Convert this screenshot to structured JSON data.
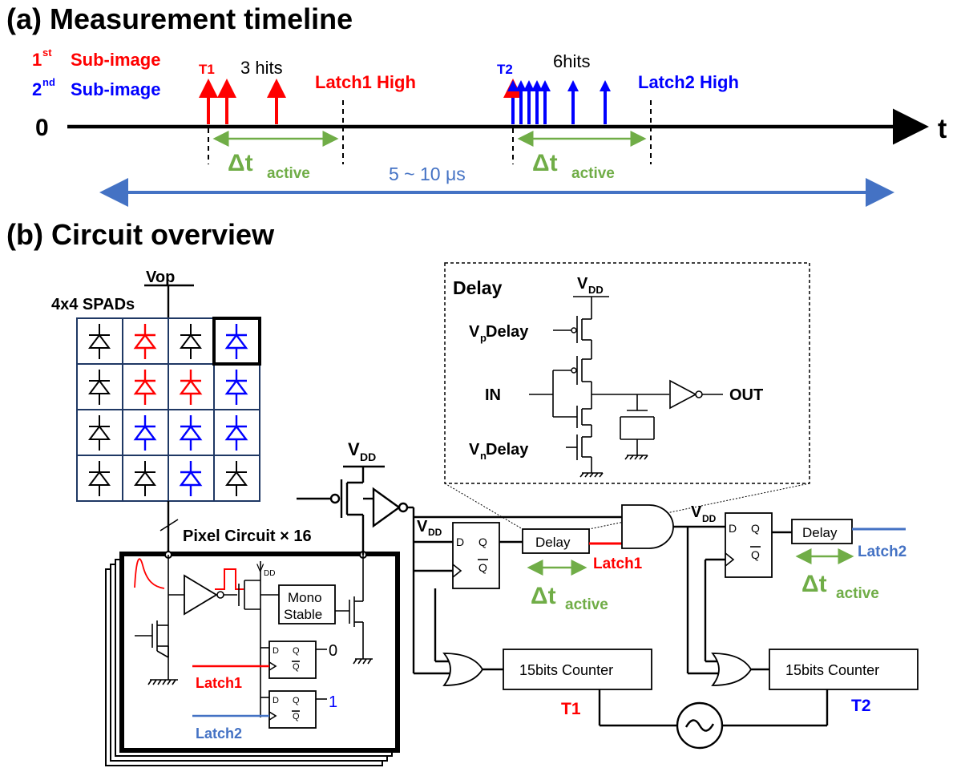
{
  "colors": {
    "red": "#ff0000",
    "blue": "#0000ff",
    "green": "#70ad47",
    "steel": "#4472c4",
    "latch2": "#4472c4"
  },
  "section_a": {
    "title": "(a) Measurement timeline",
    "sub1_sup": "st",
    "sub1_num": "1",
    "sub1_label": "Sub-image",
    "sub2_sup": "nd",
    "sub2_num": "2",
    "sub2_label": "Sub-image",
    "origin": "0",
    "axis_label": "t",
    "t1": "T1",
    "hits1": "3 hits",
    "latch1": "Latch1 High",
    "t2": "T2",
    "hits2": "6hits",
    "latch2": "Latch2 High",
    "dt": "Δt",
    "dt_sub": "active",
    "period": "5 ~ 10 μs"
  },
  "section_b": {
    "title": "(b) Circuit overview",
    "vop": "Vop",
    "spads_label": "4x4 SPADs",
    "pixel_circuit": "Pixel Circuit × 16",
    "vdd_main": "V",
    "vdd_sub": "DD",
    "delay_box_title": "Delay",
    "vp_delay_v": "V",
    "vp_delay_sub": "p",
    "vp_delay_rest": " Delay",
    "vn_delay_v": "V",
    "vn_delay_sub": "n",
    "vn_delay_rest": " Delay",
    "in": "IN",
    "out": "OUT",
    "delay": "Delay",
    "latch1": "Latch1",
    "latch2": "Latch2",
    "dff_d": "D",
    "dff_q": "Q",
    "dff_qb": "Q",
    "mono": "Mono",
    "stable": "Stable",
    "out0": "0",
    "out1": "1",
    "counter1": "15bits Counter",
    "counter2": "15bits Counter",
    "t1": "T1",
    "t2": "T2",
    "dt": "Δt",
    "dt_sub": "active"
  }
}
